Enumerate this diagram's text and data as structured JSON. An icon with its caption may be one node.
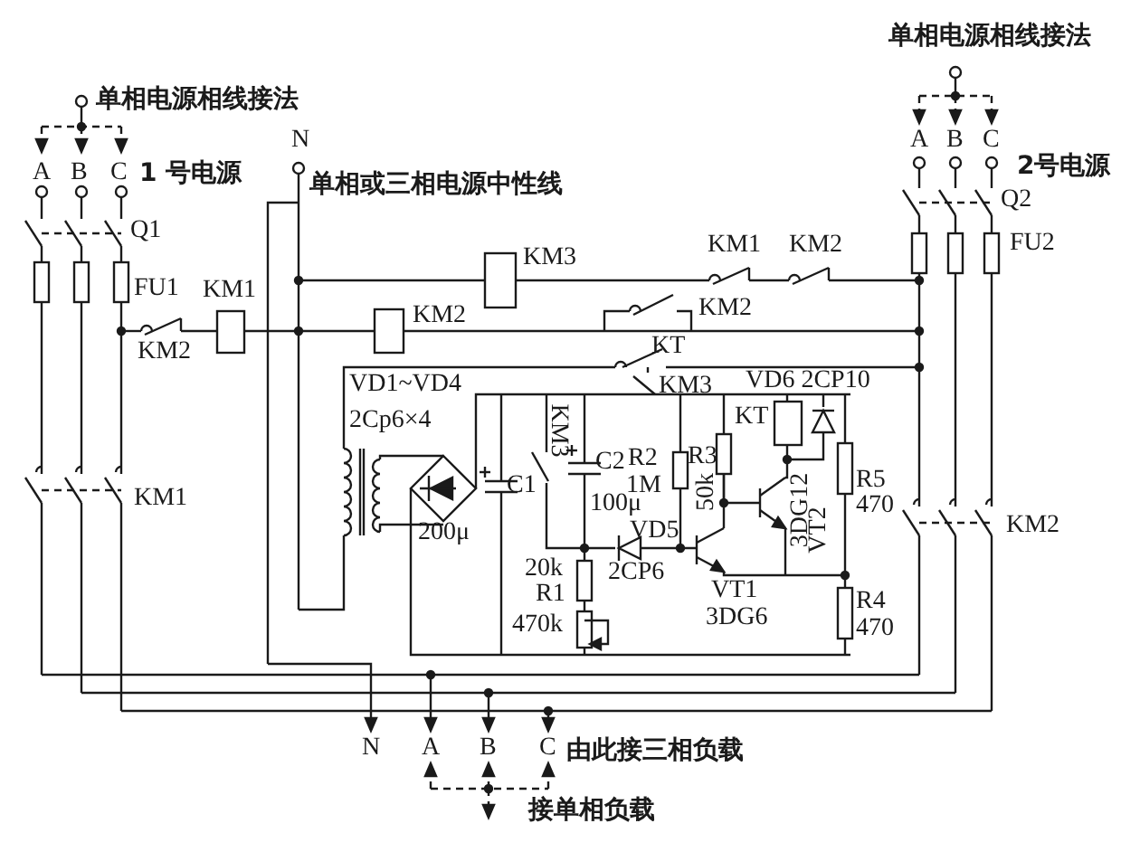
{
  "diagram": {
    "labels": [
      "单相电源相线接法",
      "N",
      "A",
      "B",
      "C",
      "1 号电源",
      "单相或三相电源中性线",
      "单相电源相线接法",
      "A",
      "B",
      "C",
      "2号电源",
      "Q1",
      "Q2",
      "FU1",
      "FU2",
      "KM1",
      "KM3",
      "KM1",
      "KM2",
      "KM2",
      "KM2",
      "KM2",
      "KT",
      "VD1~VD4",
      "KM3",
      "VD6 2CP10",
      "2Cp6×4",
      "KT",
      "KM3",
      "C2",
      "R2",
      "R3",
      "50k",
      "C1",
      "1M",
      "200μ",
      "100μ",
      "VD5",
      "20k",
      "2CP6",
      "R1",
      "470k",
      "VT1",
      "3DG6",
      "3DG12",
      "VT2",
      "R5",
      "470",
      "R4",
      "470",
      "KM1",
      "KM2",
      "N",
      "A",
      "B",
      "C",
      "由此接三相负载",
      "接单相负载"
    ]
  }
}
